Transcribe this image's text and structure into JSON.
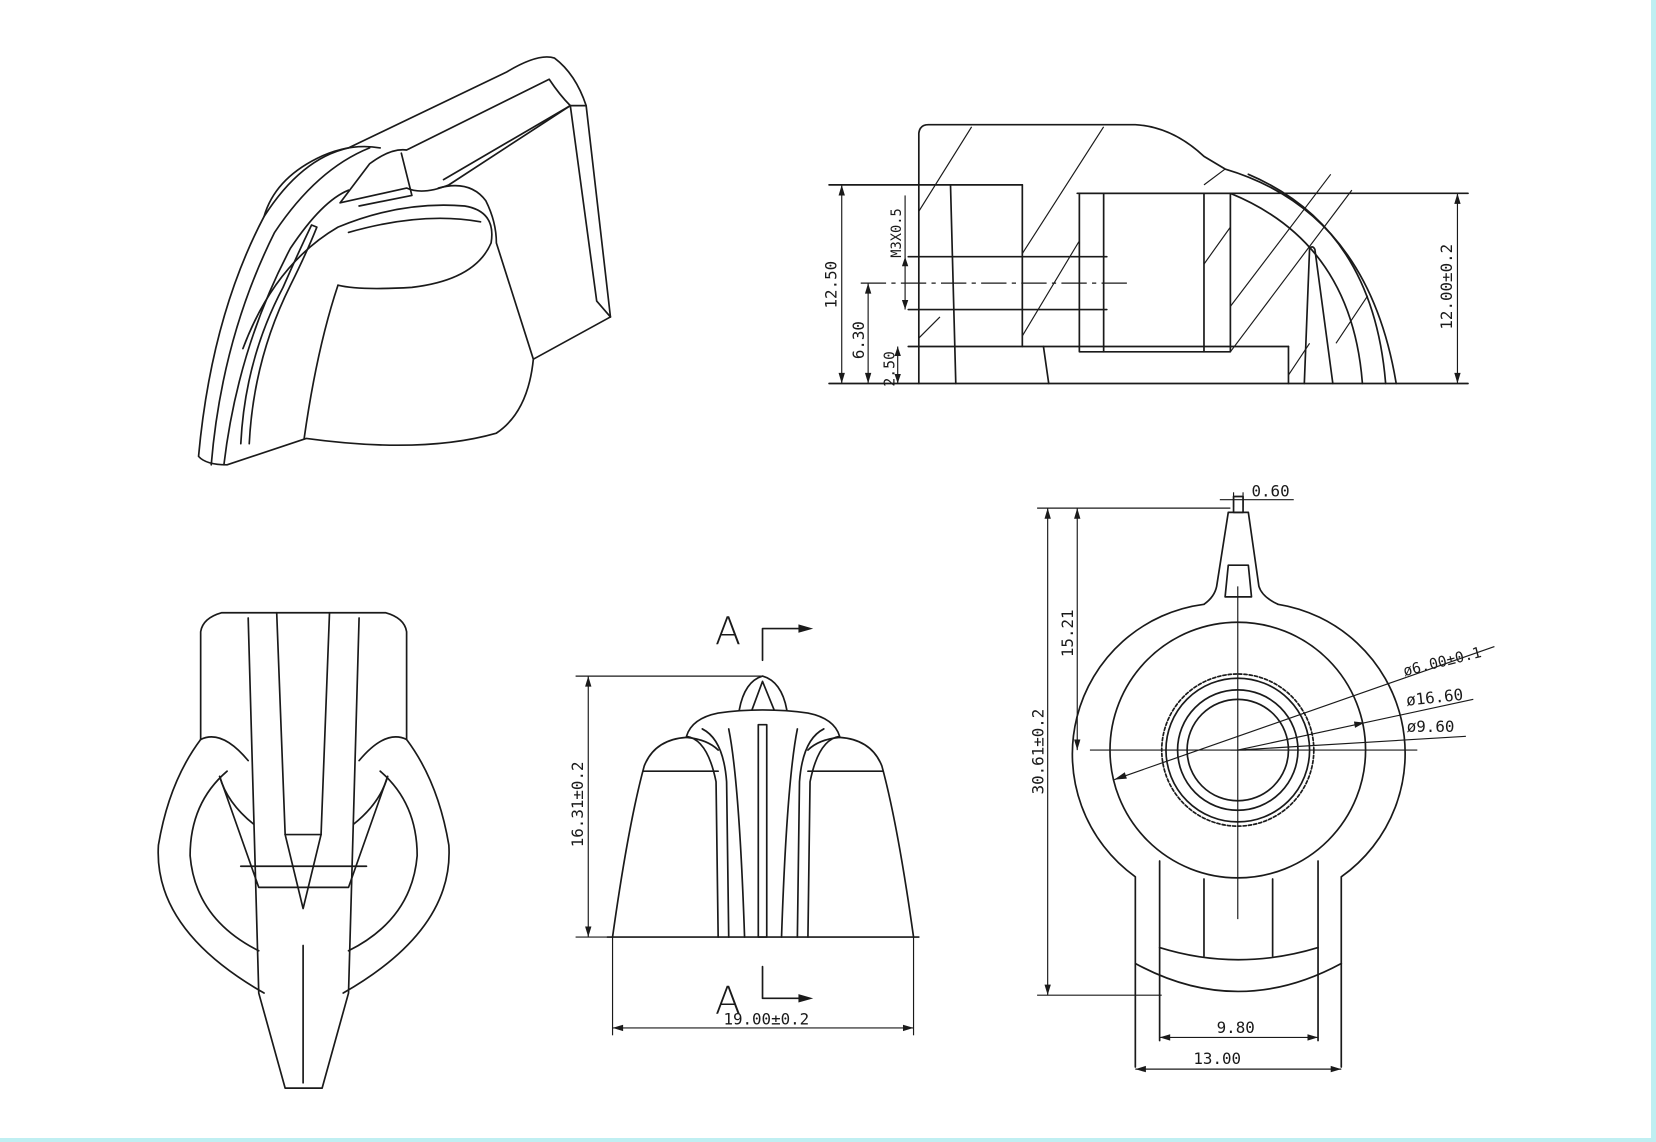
{
  "drawing": {
    "title": "Chicken-head knob technical drawing",
    "line_color": "#1a1a1a",
    "section_view": {
      "dim_total_height": "12.50",
      "dim_screw_height": "6.30",
      "dim_base": "2.50",
      "thread": "M3X0.5",
      "dim_bore_depth": "12.00±0.2"
    },
    "front_view": {
      "section_mark_top": "A",
      "section_mark_bottom": "A",
      "dim_height": "16.31±0.2",
      "dim_width": "19.00±0.2"
    },
    "top_view": {
      "dim_pointer_slot": "0.60",
      "dim_center_to_tip": "15.21",
      "dim_overall_length": "30.61±0.2",
      "dim_bore_dia": "ø6.00±0.1",
      "dim_outer_dia": "ø16.60",
      "dim_knurl_dia": "ø9.60",
      "dim_inner_width": "9.80",
      "dim_outer_width": "13.00"
    }
  }
}
